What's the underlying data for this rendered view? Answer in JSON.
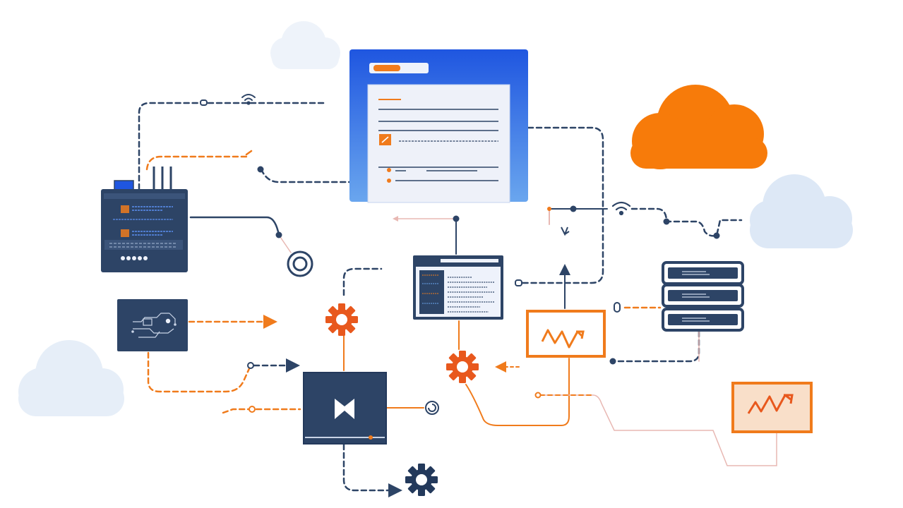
{
  "palette": {
    "navy": "#2d4466",
    "navy_dark": "#23395b",
    "orange": "#f07b1c",
    "orange_light": "#f9dfc9",
    "blue": "#1f56e0",
    "blue_light": "#6aa6ee",
    "cloud_pale": "#dde8f6",
    "line_light": "#e8b8b3"
  },
  "nodes": [
    {
      "id": "web-browser-window",
      "icon": "document-window-icon"
    },
    {
      "id": "orange-cloud",
      "icon": "cloud-icon"
    },
    {
      "id": "pale-cloud-top",
      "icon": "cloud-icon"
    },
    {
      "id": "pale-cloud-right",
      "icon": "cloud-icon"
    },
    {
      "id": "pale-cloud-left",
      "icon": "cloud-icon"
    },
    {
      "id": "router-device",
      "icon": "router-icon"
    },
    {
      "id": "circuit-chip-panel",
      "icon": "circuit-icon"
    },
    {
      "id": "code-editor-window",
      "icon": "code-window-icon"
    },
    {
      "id": "media-player",
      "icon": "play-icon"
    },
    {
      "id": "server-rack",
      "icon": "server-icon"
    },
    {
      "id": "analytics-chart-card",
      "icon": "line-chart-icon"
    },
    {
      "id": "analytics-chart-card-small",
      "icon": "line-chart-icon"
    },
    {
      "id": "gear-orange-top",
      "icon": "gear-icon"
    },
    {
      "id": "gear-orange-middle",
      "icon": "gear-icon"
    },
    {
      "id": "gear-navy-bottom",
      "icon": "gear-icon"
    },
    {
      "id": "target-node",
      "icon": "target-icon"
    },
    {
      "id": "wifi-signal-top",
      "icon": "wifi-icon"
    },
    {
      "id": "wifi-signal-right",
      "icon": "wifi-icon"
    },
    {
      "id": "refresh-node",
      "icon": "refresh-icon"
    }
  ]
}
